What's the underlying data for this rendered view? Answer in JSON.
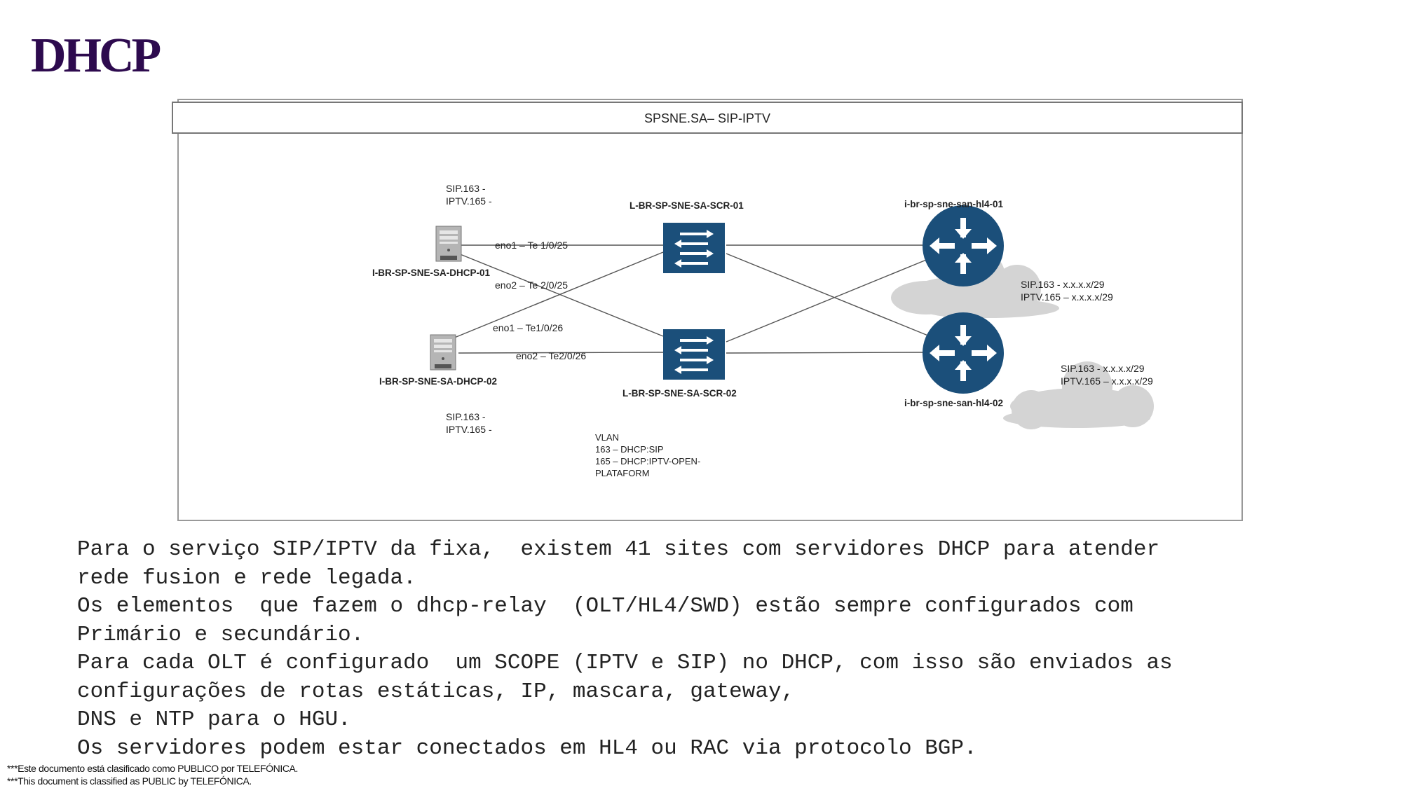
{
  "page": {
    "title": "DHCP"
  },
  "diagram": {
    "header": "SPSNE.SA– SIP-IPTV",
    "servers": [
      {
        "id": "dhcp01",
        "label": "I-BR-SP-SNE-SA-DHCP-01",
        "icon": "server-icon",
        "annot": [
          "SIP.163  -",
          "IPTV.165 -"
        ]
      },
      {
        "id": "dhcp02",
        "label": "I-BR-SP-SNE-SA-DHCP-02",
        "icon": "server-icon",
        "annot": [
          "SIP.163  -",
          "IPTV.165 -"
        ]
      }
    ],
    "switches": [
      {
        "id": "scr01",
        "label": "L-BR-SP-SNE-SA-SCR-01",
        "icon": "switch-icon"
      },
      {
        "id": "scr02",
        "label": "L-BR-SP-SNE-SA-SCR-02",
        "icon": "switch-icon"
      }
    ],
    "routers": [
      {
        "id": "hl401",
        "label": "i-br-sp-sne-san-hl4-01",
        "icon": "router-icon",
        "annot": [
          "SIP.163   - x.x.x.x/29",
          "IPTV.165 – x.x.x.x/29"
        ]
      },
      {
        "id": "hl402",
        "label": "i-br-sp-sne-san-hl4-02",
        "icon": "router-icon",
        "annot": [
          "SIP.163   - x.x.x.x/29",
          "IPTV.165 – x.x.x.x/29"
        ]
      }
    ],
    "links": [
      {
        "label": "eno1 – Te 1/0/25"
      },
      {
        "label": "eno2 – Te 2/0/25"
      },
      {
        "label": "eno1 – Te1/0/26"
      },
      {
        "label": "eno2 – Te2/0/26"
      }
    ],
    "vlan": [
      "VLAN",
      "163 – DHCP:SIP",
      "165 – DHCP:IPTV-OPEN-",
      "PLATAFORM"
    ],
    "colors": {
      "device": "#1b4f7a",
      "cloud": "#d3d3d3",
      "line": "#444444",
      "title": "#2d0a4e"
    }
  },
  "body": {
    "lines": [
      "Para o serviço SIP/IPTV da fixa,  existem 41 sites com servidores DHCP para atender",
      "rede fusion e rede legada.",
      "Os elementos  que fazem o dhcp-relay  (OLT/HL4/SWD) estão sempre configurados com",
      "Primário e secundário.",
      "Para cada OLT é configurado  um SCOPE (IPTV e SIP) no DHCP, com isso são enviados as",
      "configurações de rotas estáticas, IP, mascara, gateway,",
      "DNS e NTP para o HGU.",
      "Os servidores podem estar conectados em HL4 ou RAC via protocolo BGP."
    ]
  },
  "footer": {
    "lines": [
      "***Este documento está clasificado como PUBLICO por TELEFÓNICA.",
      "***This document is classified as PUBLIC by TELEFÓNICA."
    ]
  }
}
